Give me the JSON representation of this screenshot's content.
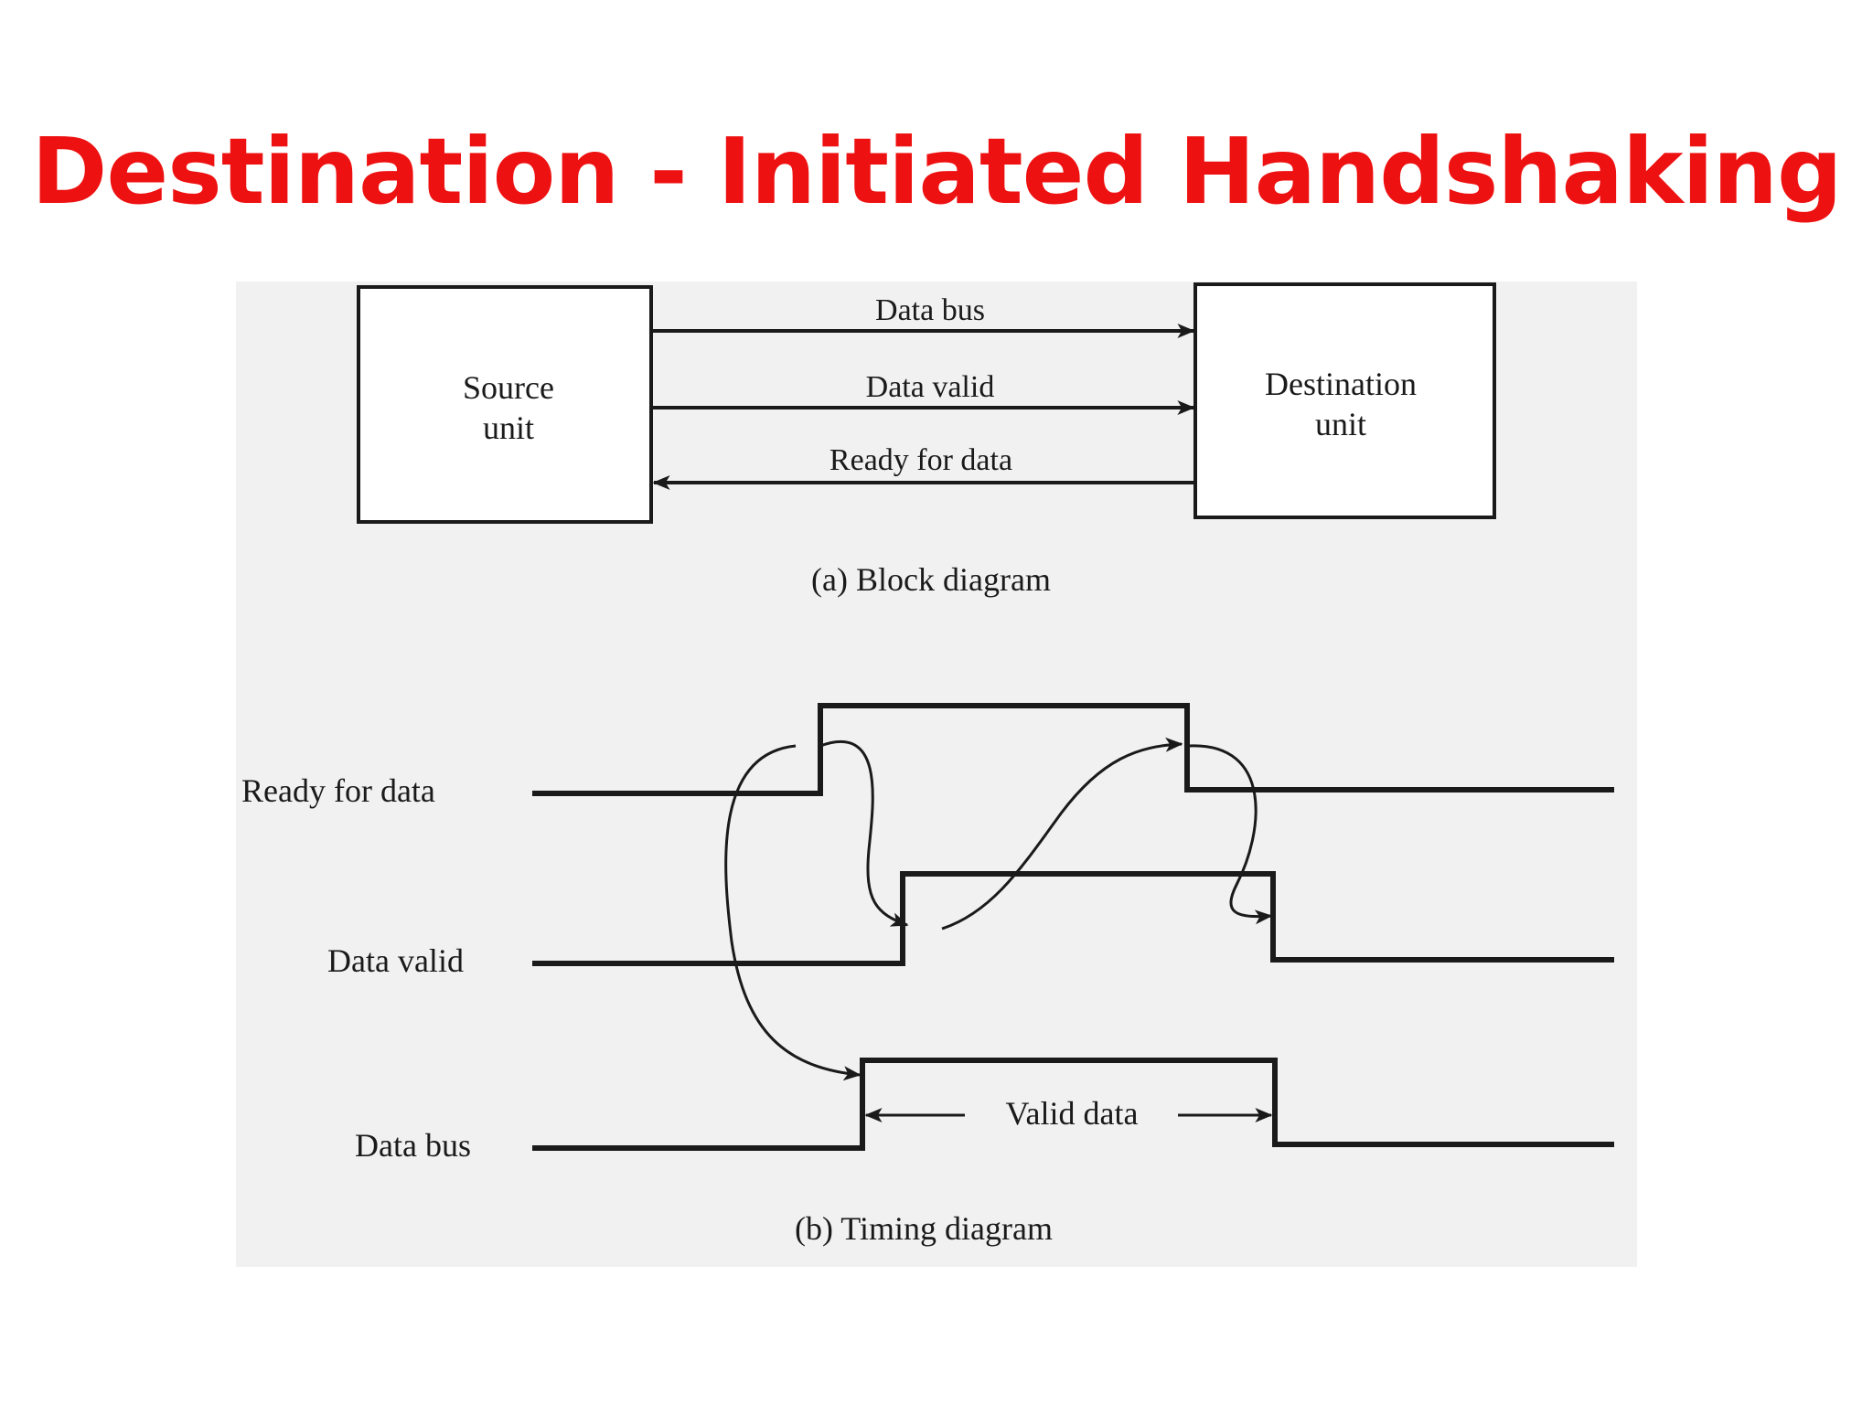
{
  "title": {
    "text": "Destination - Initiated Handshaking",
    "color": "#ee1111"
  },
  "block_diagram": {
    "source_unit": [
      "Source",
      "unit"
    ],
    "destination_unit": [
      "Destination",
      "unit"
    ],
    "signals": {
      "data_bus": "Data bus",
      "data_valid": "Data valid",
      "ready_for_data": "Ready for data"
    },
    "caption": "(a) Block diagram"
  },
  "timing_diagram": {
    "signals": {
      "ready_for_data": "Ready for data",
      "data_valid": "Data valid",
      "data_bus": "Data bus"
    },
    "valid_data_label": "Valid data",
    "caption": "(b) Timing diagram"
  },
  "colors": {
    "ink": "#1a1a1a",
    "scan_background": "#f1f1f1"
  }
}
